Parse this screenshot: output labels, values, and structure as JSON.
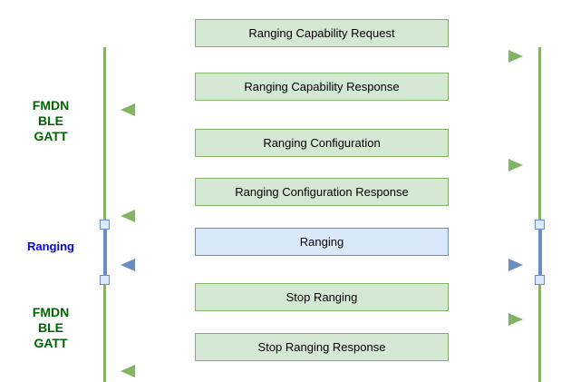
{
  "diagram": {
    "type": "sequence-diagram",
    "side_labels": [
      {
        "lines": [
          "FMDN",
          "BLE",
          "GATT"
        ],
        "color": "#006400"
      },
      {
        "lines": [
          "Ranging"
        ],
        "color": "#0000ff"
      },
      {
        "lines": [
          "FMDN",
          "BLE",
          "GATT"
        ],
        "color": "#006400"
      }
    ],
    "messages": [
      {
        "label": "Ranging Capability Request",
        "direction": "right",
        "style": "green"
      },
      {
        "label": "Ranging Capability Response",
        "direction": "left",
        "style": "green"
      },
      {
        "label": "Ranging Configuration",
        "direction": "right",
        "style": "green"
      },
      {
        "label": "Ranging Configuration Response",
        "direction": "left",
        "style": "green"
      },
      {
        "label": "Ranging",
        "direction": "both",
        "style": "blue"
      },
      {
        "label": "Stop Ranging",
        "direction": "right",
        "style": "green"
      },
      {
        "label": "Stop Ranging Response",
        "direction": "left",
        "style": "green"
      }
    ],
    "palette": {
      "green_fill": "#d5e8d4",
      "green_stroke": "#82b366",
      "blue_fill": "#dae8fc",
      "blue_stroke": "#6c8ebf",
      "text": "#000000",
      "background": "#ffffff"
    }
  }
}
